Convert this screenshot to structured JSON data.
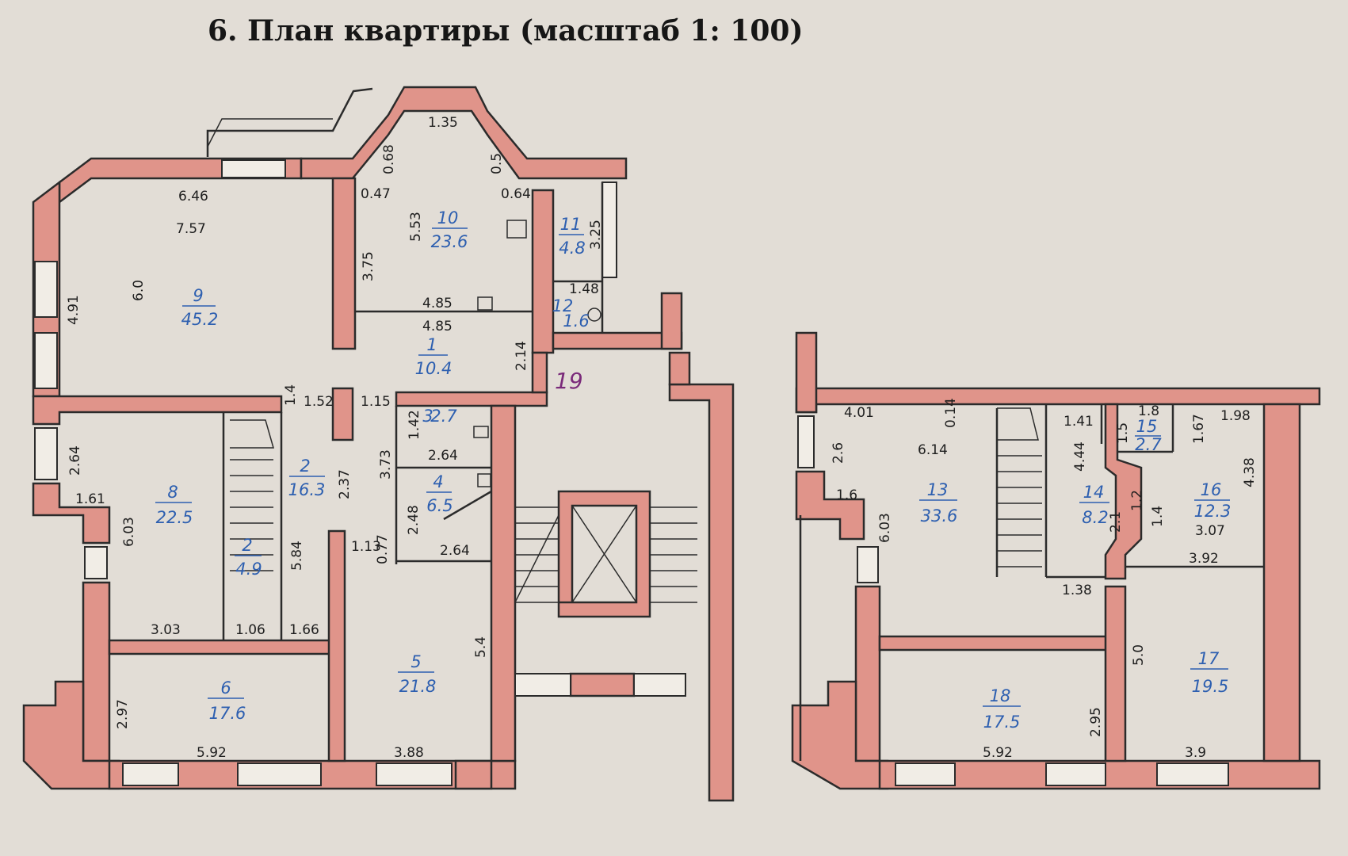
{
  "title": "6. План квартиры (масштаб 1: 100)",
  "flat_number": "19",
  "rooms": [
    {
      "id": "9",
      "num": "9",
      "area": "45.2"
    },
    {
      "id": "10",
      "num": "10",
      "area": "23.6"
    },
    {
      "id": "11",
      "num": "11",
      "area": "4.8"
    },
    {
      "id": "12",
      "num": "12",
      "area": "1.6"
    },
    {
      "id": "1",
      "num": "1",
      "area": "10.4"
    },
    {
      "id": "3",
      "num": "3",
      "area": "2.7"
    },
    {
      "id": "4",
      "num": "4",
      "area": "6.5"
    },
    {
      "id": "2a",
      "num": "2",
      "area": "16.3"
    },
    {
      "id": "2b",
      "num": "2",
      "area": "4.9"
    },
    {
      "id": "8",
      "num": "8",
      "area": "22.5"
    },
    {
      "id": "6",
      "num": "6",
      "area": "17.6"
    },
    {
      "id": "5",
      "num": "5",
      "area": "21.8"
    },
    {
      "id": "13",
      "num": "13",
      "area": "33.6"
    },
    {
      "id": "14",
      "num": "14",
      "area": "8.2"
    },
    {
      "id": "15",
      "num": "15",
      "area": "2.7"
    },
    {
      "id": "16",
      "num": "16",
      "area": "12.3"
    },
    {
      "id": "17",
      "num": "17",
      "area": "19.5"
    },
    {
      "id": "18",
      "num": "18",
      "area": "17.5"
    }
  ],
  "dimensions": {
    "d_6_46": "6.46",
    "d_7_57": "7.57",
    "d_6_0": "6.0",
    "d_4_91": "4.91",
    "d_1_35": "1.35",
    "d_0_68": "0.68",
    "d_0_47": "0.47",
    "d_0_5": "0.5",
    "d_0_64": "0.64",
    "d_5_53": "5.53",
    "d_3_75": "3.75",
    "d_3_25": "3.25",
    "d_1_48": "1.48",
    "d_4_85a": "4.85",
    "d_4_85b": "4.85",
    "d_2_14": "2.14",
    "d_1_52": "1.52",
    "d_1_4": "1.4",
    "d_1_15": "1.15",
    "d_1_42": "1.42",
    "d_2_64a": "2.64",
    "d_2_64b": "2.64",
    "d_2_64c": "2.64",
    "d_3_73": "3.73",
    "d_2_48": "2.48",
    "d_2_37": "2.37",
    "d_1_61": "1.61",
    "d_6_03a": "6.03",
    "d_5_84": "5.84",
    "d_1_13": "1.13",
    "d_0_77": "0.77",
    "d_3_03": "3.03",
    "d_1_06": "1.06",
    "d_1_66": "1.66",
    "d_2_97": "2.97",
    "d_5_92a": "5.92",
    "d_3_88": "3.88",
    "d_5_4": "5.4",
    "d_4_01": "4.01",
    "d_0_14": "0.14",
    "d_6_14": "6.14",
    "d_2_6": "2.6",
    "d_1_6": "1.6",
    "d_6_03b": "6.03",
    "d_1_41": "1.41",
    "d_4_44": "4.44",
    "d_2_1": "2.1",
    "d_1_8": "1.8",
    "d_1_5": "1.5",
    "d_1_67": "1.67",
    "d_1_98": "1.98",
    "d_4_38": "4.38",
    "d_1_2": "1.2",
    "d_1_4b": "1.4",
    "d_3_07": "3.07",
    "d_3_92": "3.92",
    "d_1_38": "1.38",
    "d_5_0": "5.0",
    "d_2_95": "2.95",
    "d_5_92b": "5.92",
    "d_3_9": "3.9"
  },
  "colors": {
    "paper": "#e2ddd6",
    "wall": "#e0948a",
    "ink": "#2b2b2b",
    "room_label": "#2d5fb0",
    "flat_label": "#7a2a7a"
  }
}
